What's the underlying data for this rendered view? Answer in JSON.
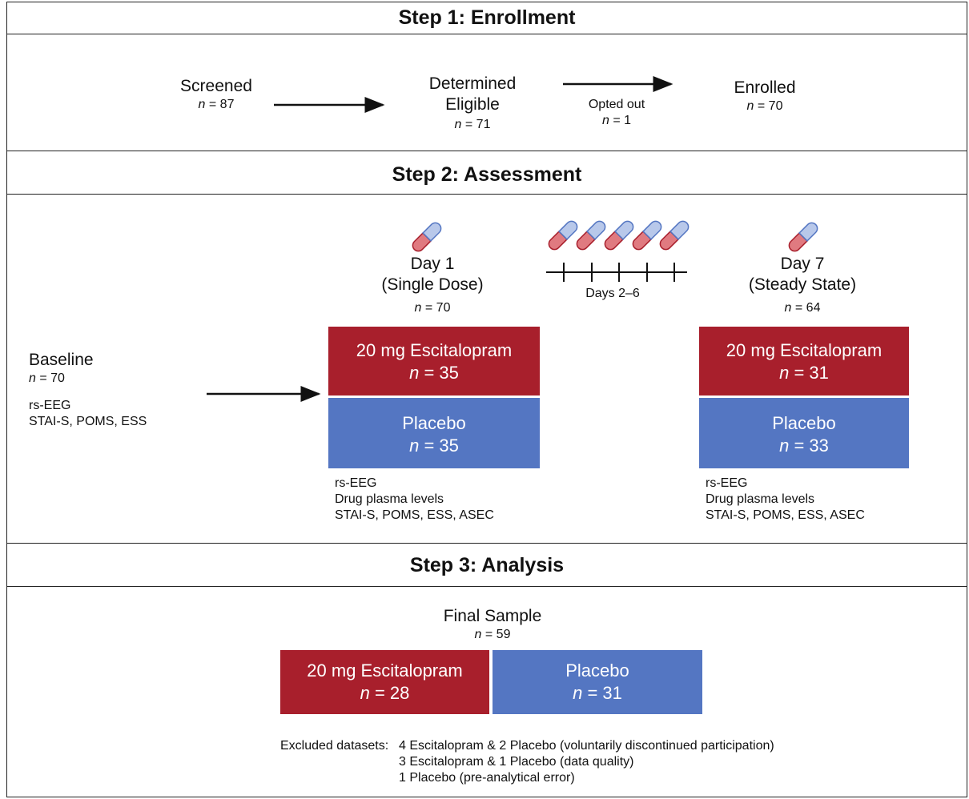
{
  "step1": {
    "title": "Step 1: Enrollment",
    "screened": {
      "label": "Screened",
      "n": "87"
    },
    "eligible": {
      "label_line1": "Determined",
      "label_line2": "Eligible",
      "n": "71"
    },
    "opted_out": {
      "label": "Opted out",
      "n": "1"
    },
    "enrolled": {
      "label": "Enrolled",
      "n": "70"
    }
  },
  "step2": {
    "title": "Step 2: Assessment",
    "baseline": {
      "label": "Baseline",
      "n": "70",
      "measures": [
        "rs-EEG",
        "STAI-S, POMS, ESS"
      ]
    },
    "day1": {
      "label": "Day 1",
      "sublabel": "(Single Dose)",
      "n": "70",
      "drug": {
        "label": "20 mg Escitalopram",
        "n": "35"
      },
      "placebo": {
        "label": "Placebo",
        "n": "35"
      },
      "measures": [
        "rs-EEG",
        "Drug plasma levels",
        "STAI-S, POMS, ESS, ASEC"
      ]
    },
    "days2_6": {
      "label": "Days 2–6"
    },
    "day7": {
      "label": "Day 7",
      "sublabel": "(Steady State)",
      "n": "64",
      "drug": {
        "label": "20 mg Escitalopram",
        "n": "31"
      },
      "placebo": {
        "label": "Placebo",
        "n": "33"
      },
      "measures": [
        "rs-EEG",
        "Drug plasma levels",
        "STAI-S, POMS, ESS, ASEC"
      ]
    }
  },
  "step3": {
    "title": "Step 3: Analysis",
    "final": {
      "label": "Final Sample",
      "n": "59"
    },
    "drug": {
      "label": "20 mg Escitalopram",
      "n": "28"
    },
    "placebo": {
      "label": "Placebo",
      "n": "31"
    },
    "excluded_label": "Excluded datasets:",
    "excluded": [
      "4 Escitalopram & 2 Placebo (voluntarily discontinued participation)",
      "3 Escitalopram & 1 Placebo (data quality)",
      "1 Placebo (pre-analytical error)"
    ]
  },
  "n_symbol": "n",
  "colors": {
    "escitalopram": "#a81f2c",
    "placebo": "#5476c2",
    "pill_red": "#e07a80",
    "pill_blue": "#b8c8ea"
  },
  "icons": [
    "pill-icon"
  ]
}
